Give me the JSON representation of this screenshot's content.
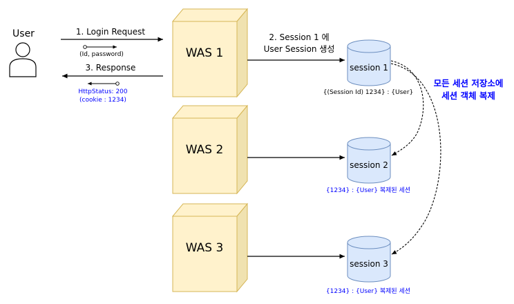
{
  "actor": {
    "label": "User"
  },
  "arrows": {
    "login_request": "1. Login Request",
    "login_params": "(Id, password)",
    "response": "3. Response",
    "http_status": "HttpStatus: 200",
    "cookie": "(cookie : 1234)",
    "session_create_line1": "2.  Session 1 에",
    "session_create_line2": "User Session 생성"
  },
  "servers": [
    {
      "label": "WAS 1"
    },
    {
      "label": "WAS 2"
    },
    {
      "label": "WAS 3"
    }
  ],
  "sessions": [
    {
      "label": "session 1",
      "caption": "{(Session Id) 1234} : {User}"
    },
    {
      "label": "session 2",
      "caption": "{1234} : {User}  복제된 세션"
    },
    {
      "label": "session 3",
      "caption": "{1234} : {User}  복제된 세션"
    }
  ],
  "replication_note": {
    "line1": "모든 세션 저장소에",
    "line2": "세션 객체 복제"
  },
  "colors": {
    "server_face": "#fff2cc",
    "server_side": "#e8d9a6",
    "server_stroke": "#d6b656",
    "session_fill": "#dae8fc",
    "session_stroke": "#6c8ebf",
    "blue_text": "#0000ff"
  }
}
